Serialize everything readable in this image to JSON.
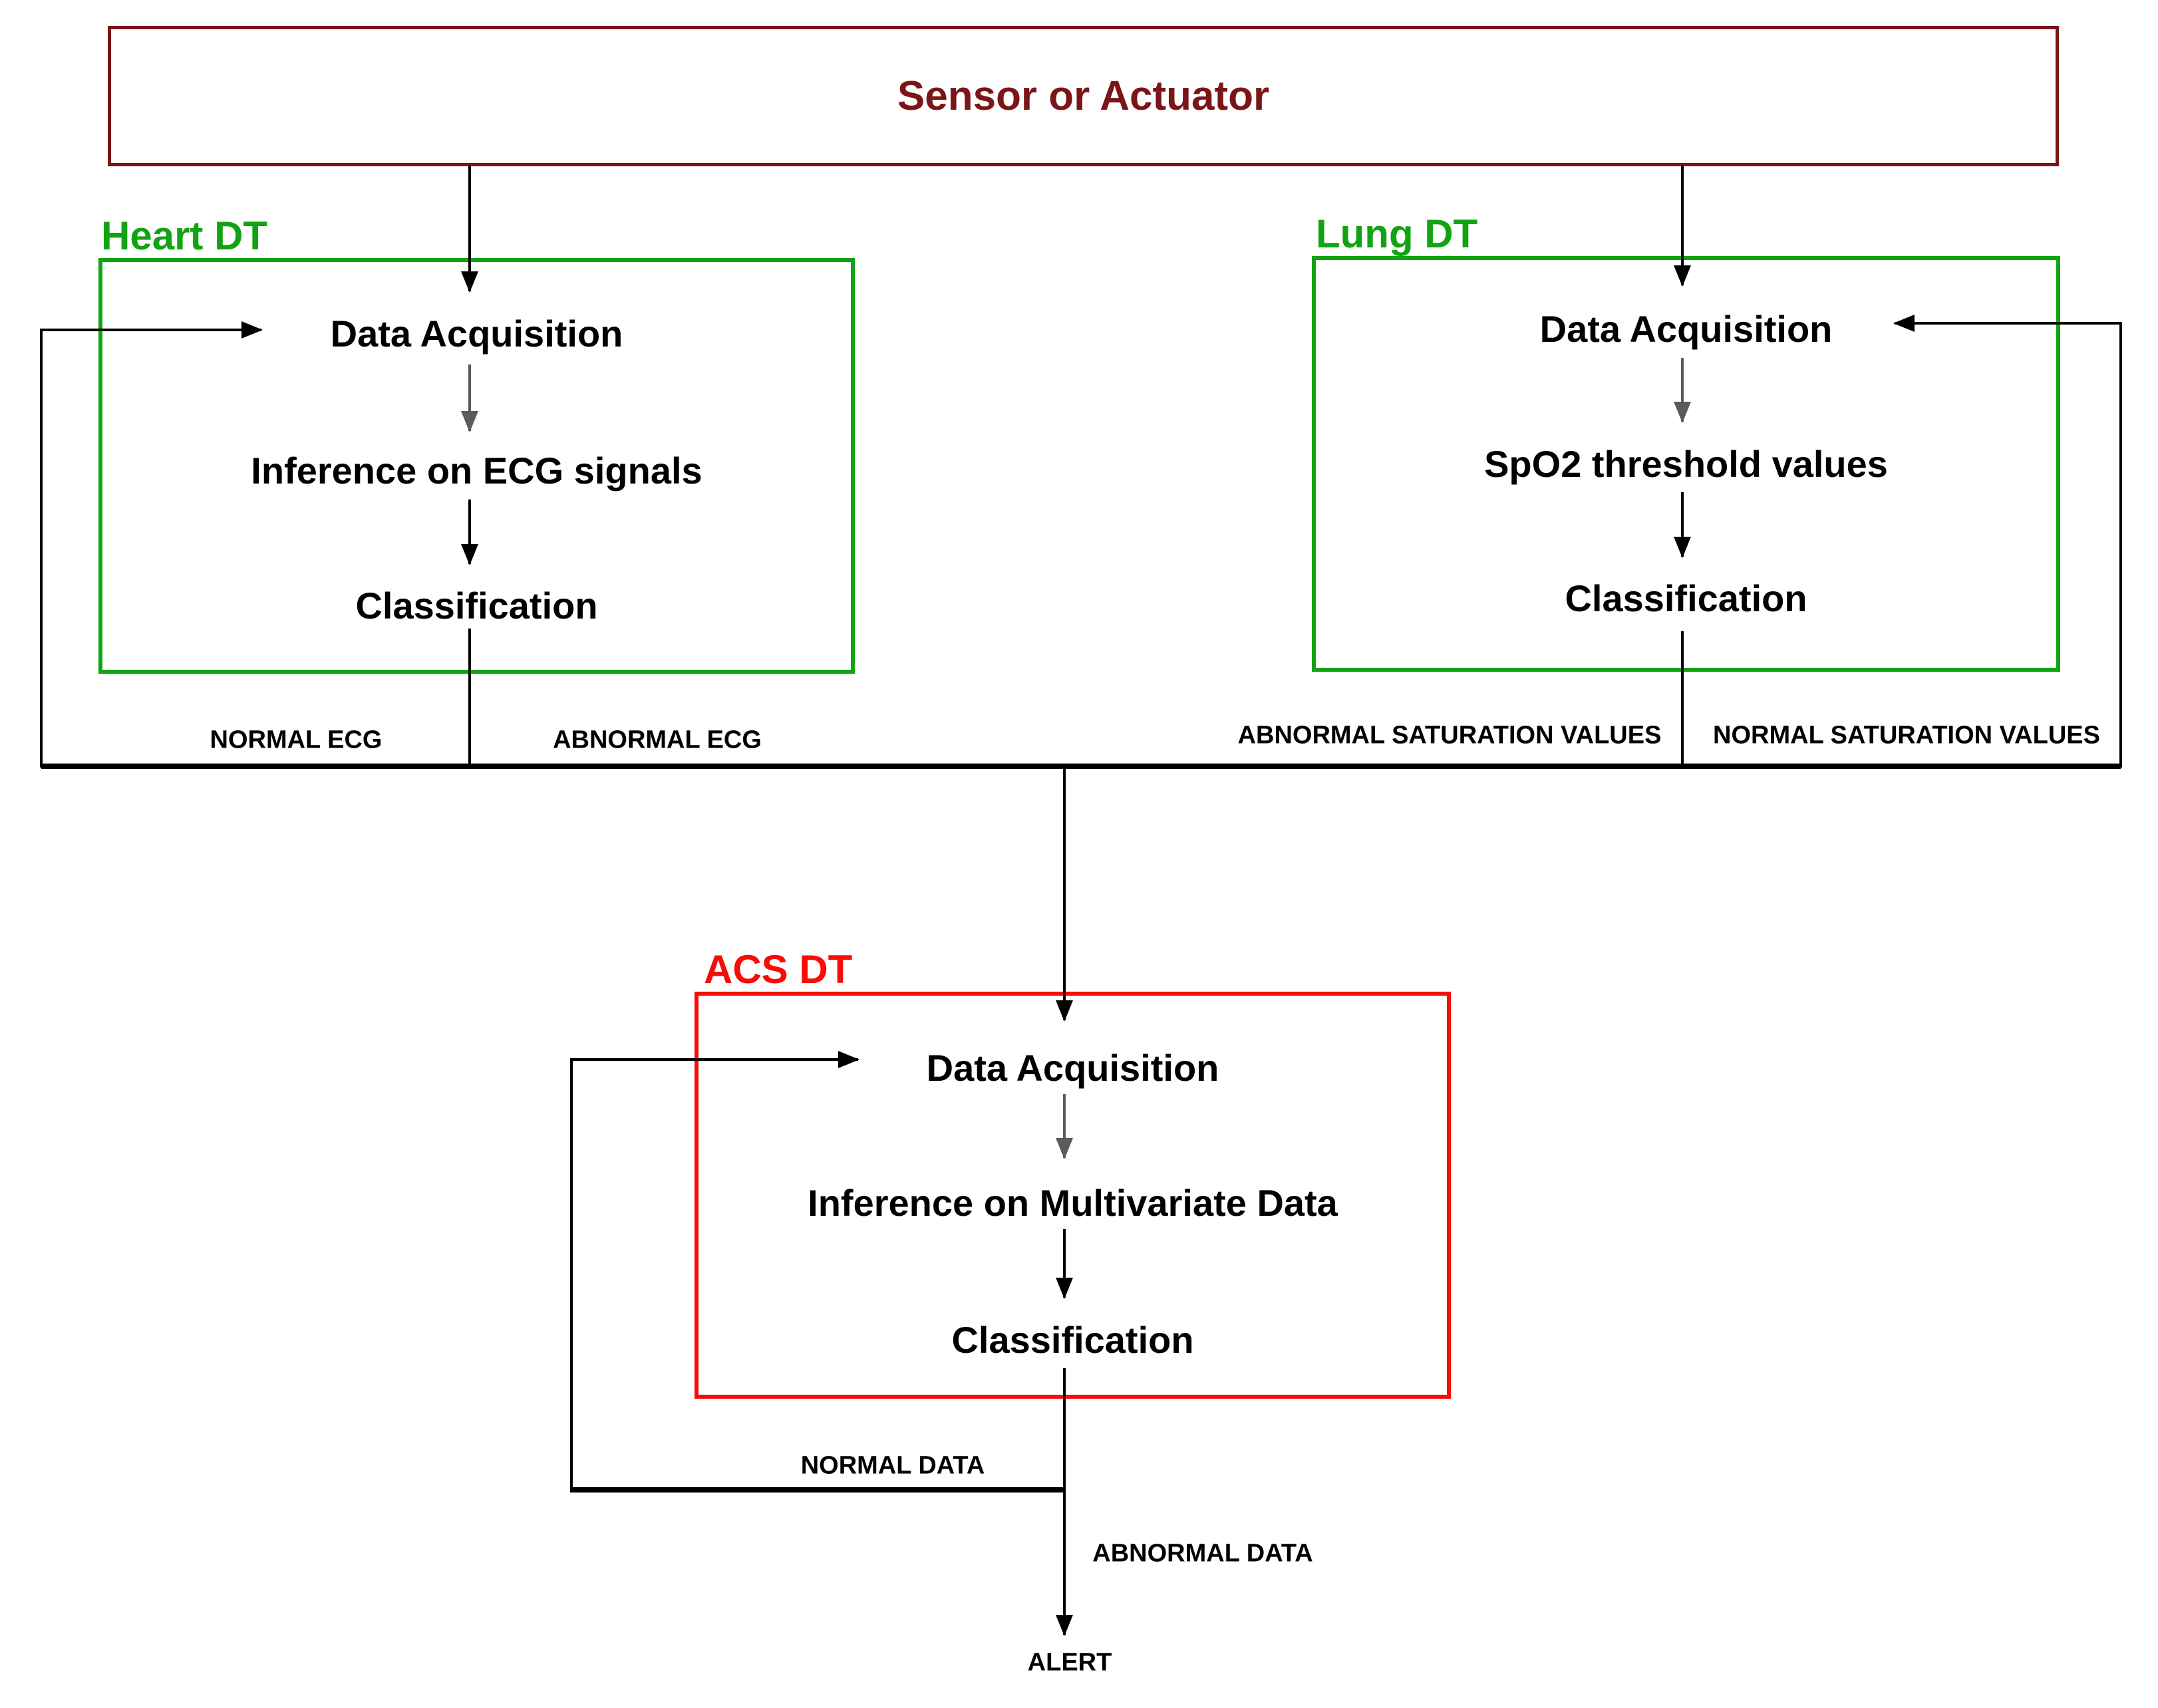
{
  "colors": {
    "maroon": "#7b1517",
    "green": "#12a312",
    "red": "#f80c08",
    "black": "#000000",
    "gray_arrow": "#5b5b5b",
    "background": "#ffffff"
  },
  "sensor": {
    "title": "Sensor or Actuator"
  },
  "panels": {
    "heart": {
      "label": "Heart DT",
      "steps": [
        "Data Acquisition",
        "Inference on ECG signals",
        "Classification"
      ]
    },
    "lung": {
      "label": "Lung DT",
      "steps": [
        "Data Acquisition",
        "SpO2 threshold values",
        "Classification"
      ]
    },
    "acs": {
      "label": "ACS DT",
      "steps": [
        "Data Acquisition",
        "Inference on Multivariate Data",
        "Classification"
      ]
    }
  },
  "edge_labels": {
    "normal_ecg": "NORMAL ECG",
    "abnormal_ecg": "ABNORMAL ECG",
    "abnormal_saturation": "ABNORMAL SATURATION VALUES",
    "normal_saturation": "NORMAL SATURATION VALUES",
    "normal_data": "NORMAL DATA",
    "abnormal_data": "ABNORMAL DATA",
    "alert": "ALERT"
  }
}
